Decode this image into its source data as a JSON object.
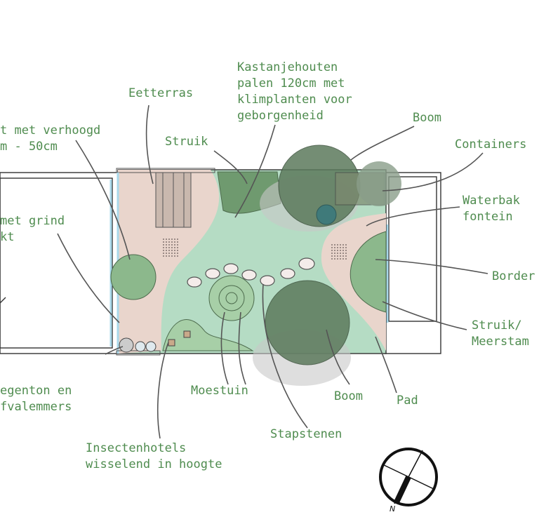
{
  "labels": {
    "partial_top_line1": "t met verhoogd",
    "partial_top_line2": "m - 50cm",
    "eetterras": "Eetterras",
    "kastanje_line1": "Kastanjehouten",
    "kastanje_line2": "palen 120cm met",
    "kastanje_line3": "klimplanten voor",
    "kastanje_line4": "geborgenheid",
    "struik": "Struik",
    "boom_top": "Boom",
    "containers": "Containers",
    "waterbak_line1": "Waterbak",
    "waterbak_line2": "fontein",
    "grind_line1": "met grind",
    "grind_line2": "kt",
    "border": "Border",
    "struik_meerstam_line1": "Struik/",
    "struik_meerstam_line2": "Meerstam",
    "regenton_line1": "egenton en",
    "regenton_line2": "fvalemmers",
    "moestuin": "Moestuin",
    "boom_bottom": "Boom",
    "pad": "Pad",
    "stapstenen": "Stapstenen",
    "insect_line1": "Insectenhotels",
    "insect_line2": "wisselend in hoogte",
    "north": "N"
  },
  "colors": {
    "label_text": "#4f8c4f",
    "lawn": "#b5dcc4",
    "path": "#e9d5cc",
    "tree": "#5c7a5c",
    "border_plants": "#8cb88c",
    "water": "#3f7a7a",
    "window": "#a8d8ea"
  },
  "icons": [
    "compass-rose-icon",
    "tree-icon",
    "shrub-icon",
    "water-basin-icon",
    "rain-barrel-icon",
    "insect-hotel-icon",
    "stepping-stone-icon"
  ]
}
